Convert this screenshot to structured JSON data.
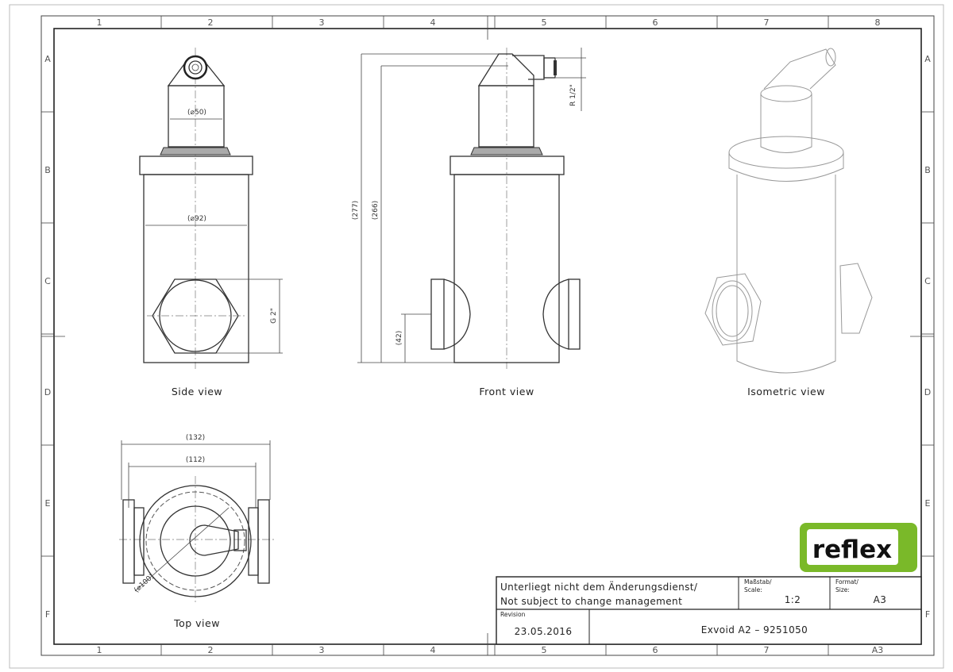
{
  "sheet": {
    "columns_top": [
      "1",
      "2",
      "3",
      "4",
      "5",
      "6",
      "7",
      "8"
    ],
    "columns_bottom": [
      "1",
      "2",
      "3",
      "4",
      "5",
      "6",
      "7",
      "A3"
    ],
    "rows": [
      "A",
      "B",
      "C",
      "D",
      "E",
      "F"
    ]
  },
  "views": {
    "side": {
      "label": "Side view",
      "dims": [
        "(⌀50)",
        "(⌀92)",
        "G 2\""
      ]
    },
    "front": {
      "label": "Front view",
      "dims": [
        "(277)",
        "(266)",
        "(42)",
        "R 1/2\""
      ]
    },
    "isometric": {
      "label": "Isometric view"
    },
    "top": {
      "label": "Top view",
      "dims": [
        "(132)",
        "(112)",
        "(⌀100)"
      ]
    }
  },
  "logo": {
    "text": "reflex",
    "color": "#7ab929"
  },
  "title_block": {
    "note_line1": "Unterliegt nicht dem Änderungsdienst/",
    "note_line2": "Not subject to change management",
    "scale_label1": "Maßstab/",
    "scale_label2": "Scale:",
    "scale_value": "1:2",
    "format_label1": "Format/",
    "format_label2": "Size:",
    "format_value": "A3",
    "revision_label": "Revision",
    "revision_date": "23.05.2016",
    "title": "Exvoid A2 – 9251050"
  }
}
